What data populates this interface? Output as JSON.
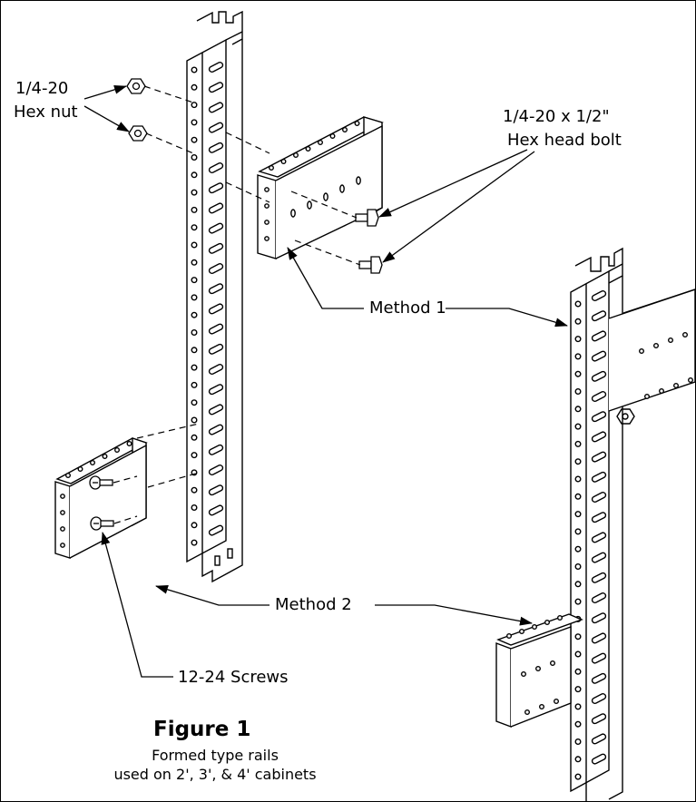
{
  "labels": {
    "hex_nut": [
      "1/4-20",
      "Hex nut"
    ],
    "hex_bolt": [
      "1/4-20 x 1/2\"",
      "Hex head bolt"
    ],
    "method_1": "Method 1",
    "method_2": "Method 2",
    "screws": "12-24 Screws"
  },
  "figure": {
    "title": "Figure 1",
    "caption": [
      "Formed type rails",
      "used on 2', 3', & 4' cabinets"
    ]
  }
}
